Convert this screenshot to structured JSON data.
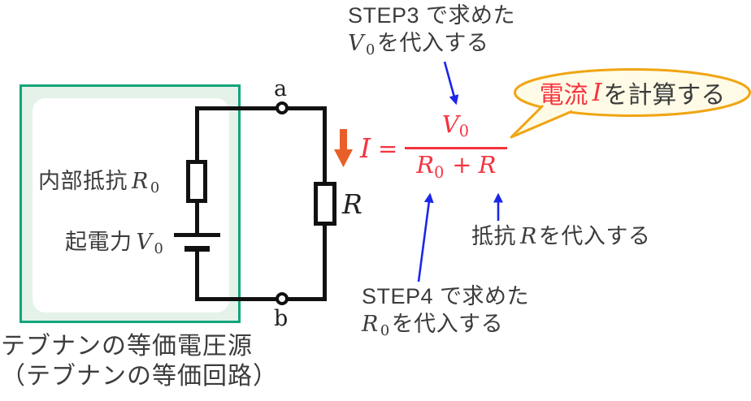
{
  "colors": {
    "teal_border": "#12a57c",
    "box_fill": "#e4f2ea",
    "wire": "#111111",
    "formula_red": "#f5333f",
    "arrow_orange": "#e85f2a",
    "arrow_blue": "#1b27e8",
    "bubble_border": "#f0a513",
    "bubble_fill": "#fffbe6",
    "text_dark": "#3c3c3c"
  },
  "circuit": {
    "terminal_a": "a",
    "terminal_b": "b",
    "internal_resistance": {
      "prefix": "内部抵抗",
      "symbol": "R",
      "sub": "0"
    },
    "emf": {
      "prefix": "起電力",
      "symbol": "V",
      "sub": "0"
    },
    "external_resistor": "R"
  },
  "formula": {
    "current": "I",
    "equals": "=",
    "numerator": {
      "symbol": "V",
      "sub": "0"
    },
    "denominator": {
      "r0": "R",
      "r0_sub": "0",
      "plus": "+",
      "r": "R"
    }
  },
  "annotations": {
    "step3": {
      "line1": "STEP3 で求めた",
      "symbol": "V",
      "sub": "0",
      "suffix": "を代入する"
    },
    "step4": {
      "line1": "STEP4 で求めた",
      "symbol": "R",
      "sub": "0",
      "suffix": "を代入する"
    },
    "resistance": {
      "prefix": "抵抗",
      "symbol": "R",
      "suffix": "を代入する"
    },
    "bubble": {
      "highlight": "電流",
      "symbol": "I",
      "suffix": "を計算する"
    }
  },
  "caption": {
    "line1": "テブナンの等価電圧源",
    "line2": "（テブナンの等価回路）"
  }
}
